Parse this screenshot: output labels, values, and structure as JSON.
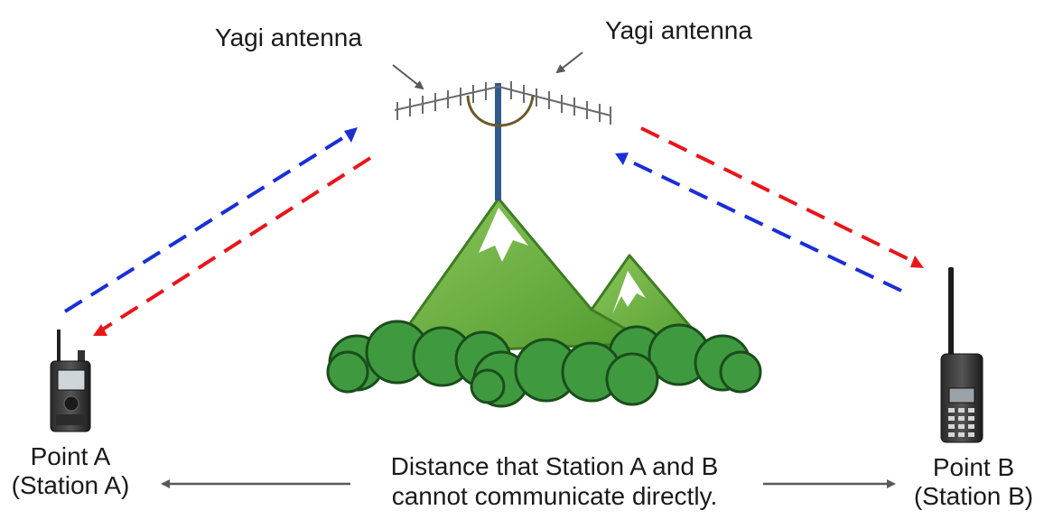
{
  "labels": {
    "yagi_left": "Yagi antenna",
    "yagi_right": "Yagi antenna",
    "point_a_line1": "Point A",
    "point_a_line2": "(Station A)",
    "point_b_line1": "Point B",
    "point_b_line2": "(Station B)",
    "distance_line1": "Distance that Station A and B",
    "distance_line2": "cannot communicate directly."
  },
  "colors": {
    "signal_blue": "#1a2fd6",
    "signal_red": "#e8161b",
    "arrow_gray": "#595959",
    "mast_blue": "#2f5a8c",
    "mountain_green": "#6cae3e",
    "mountain_dark": "#3e7d22",
    "tree_green": "#3f9a3f",
    "tree_outline": "#1b4d1b",
    "antenna_gray": "#6b6b6b",
    "cable_olive": "#6b5a2a"
  }
}
